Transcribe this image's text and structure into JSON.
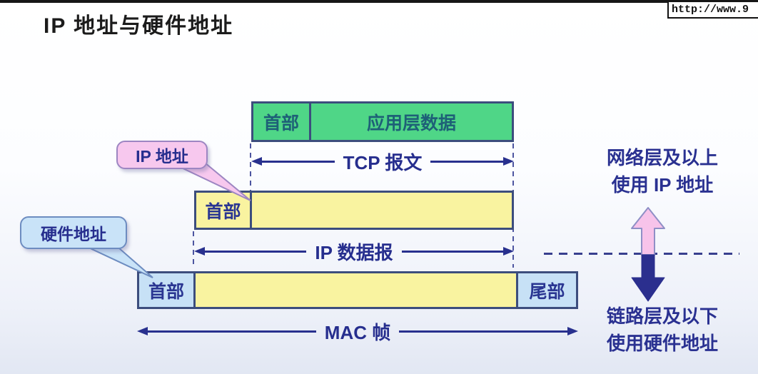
{
  "header": {
    "title": "IP 地址与硬件地址",
    "url_watermark": "http://www.9"
  },
  "stack": {
    "app_box": {
      "header": "首部",
      "payload": "应用层数据"
    },
    "tcp_measure_label": "TCP 报文",
    "ip_box": {
      "header": "首部"
    },
    "ip_measure_label": "IP 数据报",
    "mac_box": {
      "header": "首部",
      "trailer": "尾部"
    },
    "mac_measure_label": "MAC 帧"
  },
  "callouts": {
    "ip_address": "IP 地址",
    "hardware_address": "硬件地址"
  },
  "notes": {
    "upper": {
      "line1": "网络层及以上",
      "line2": "使用 IP 地址"
    },
    "lower": {
      "line1": "链路层及以下",
      "line2": "使用硬件地址"
    }
  },
  "colors": {
    "green_fill": "#4fd687",
    "yellow_fill": "#f9f3a0",
    "light_blue_fill": "#c7e1f6",
    "pink_fill": "#f7c8ee",
    "navy_text": "#2a3191",
    "teal_text": "#1e6077",
    "box_border": "#3c4d7d",
    "pink_arrow_fill": "#f7c3ea",
    "navy_arrow_fill": "#2b2f8e"
  }
}
